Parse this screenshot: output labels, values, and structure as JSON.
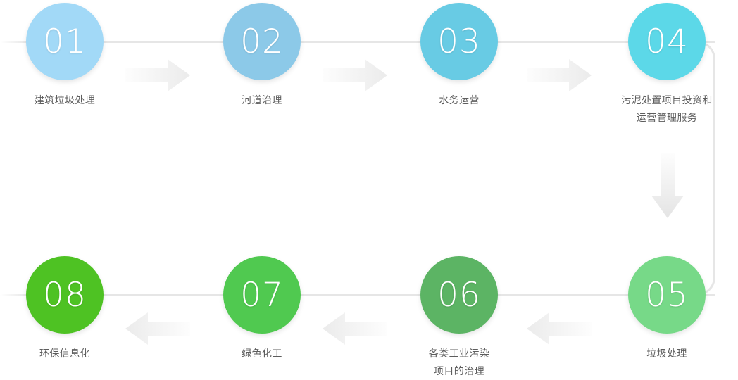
{
  "diagram": {
    "title": "",
    "type": "cyclic-process-flow",
    "colors": {
      "rail": "#e6e6e6",
      "arrow_light": "#f7f7f7",
      "arrow_dark": "#ebebeb",
      "caption_text": "#5d5d5d",
      "number_text": "#ffffff",
      "background": "#ffffff"
    },
    "nodes": [
      {
        "number": "01",
        "label": "建筑垃圾处理",
        "color": "#a2d9f7"
      },
      {
        "number": "02",
        "label": "河道治理",
        "color": "#8cc9e8"
      },
      {
        "number": "03",
        "label": "水务运营",
        "color": "#68cbe4"
      },
      {
        "number": "04",
        "label": "污泥处置项目投资和\n运营管理服务",
        "color": "#5cd8e8"
      },
      {
        "number": "05",
        "label": "垃圾处理",
        "color": "#77d988"
      },
      {
        "number": "06",
        "label": "各类工业污染\n项目的治理",
        "color": "#5cb464"
      },
      {
        "number": "07",
        "label": "绿色化工",
        "color": "#50c950"
      },
      {
        "number": "08",
        "label": "环保信息化",
        "color": "#4ec223"
      }
    ],
    "connectors": [
      {
        "name": "arrow-01-to-02",
        "direction": "right"
      },
      {
        "name": "arrow-02-to-03",
        "direction": "right"
      },
      {
        "name": "arrow-03-to-04",
        "direction": "right"
      },
      {
        "name": "arrow-04-to-05",
        "direction": "down"
      },
      {
        "name": "arrow-05-to-06",
        "direction": "left"
      },
      {
        "name": "arrow-06-to-07",
        "direction": "left"
      },
      {
        "name": "arrow-07-to-08",
        "direction": "left"
      }
    ]
  }
}
